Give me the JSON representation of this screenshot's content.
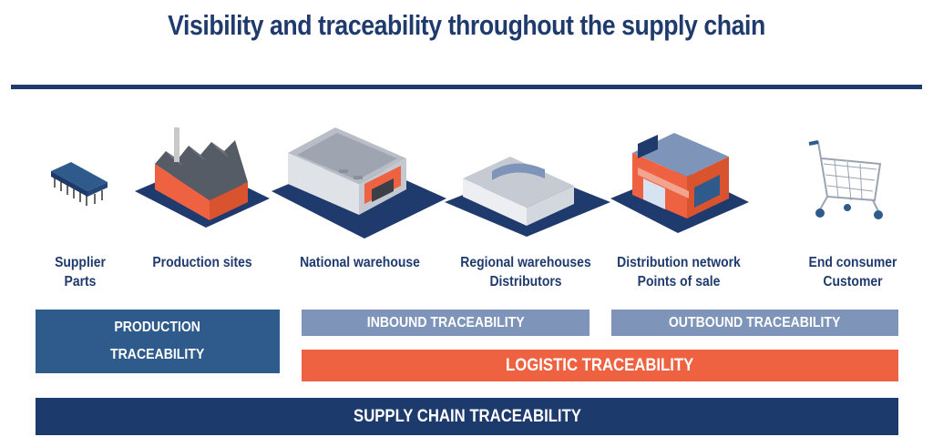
{
  "title": "Visibility and traceability throughout the supply chain",
  "stages": [
    {
      "lines": [
        "Supplier",
        "Parts"
      ]
    },
    {
      "lines": [
        "Production sites"
      ]
    },
    {
      "lines": [
        "National warehouse"
      ]
    },
    {
      "lines": [
        "Regional warehouses",
        "Distributors"
      ]
    },
    {
      "lines": [
        "Distribution network",
        "Points of sale"
      ]
    },
    {
      "lines": [
        "End consumer",
        "Customer"
      ]
    }
  ],
  "bars": {
    "production": [
      "PRODUCTION",
      "TRACEABILITY"
    ],
    "inbound": "INBOUND TRACEABILITY",
    "outbound": "OUTBOUND TRACEABILITY",
    "logistic": "LOGISTIC TRACEABILITY",
    "supply_chain": "SUPPLY CHAIN TRACEABILITY"
  },
  "colors": {
    "navy": "#1f3b6e",
    "mid_blue": "#2e5a8c",
    "light_blue": "#7e94b9",
    "orange": "#ef6241"
  },
  "icons": [
    "microchip-icon",
    "factory-icon",
    "national-warehouse-icon",
    "regional-warehouse-icon",
    "store-icon",
    "shopping-cart-icon"
  ]
}
